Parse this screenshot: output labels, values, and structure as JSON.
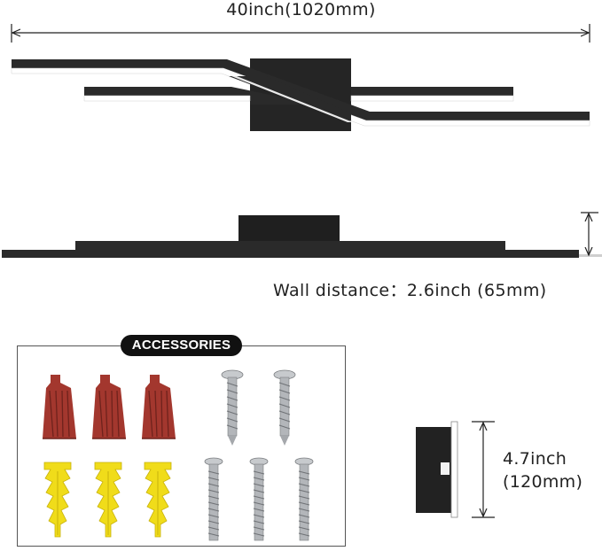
{
  "dimensions": {
    "width": "40inch(1020mm)",
    "wall_distance": "Wall distance：2.6inch (65mm)",
    "height_line1": "4.7inch",
    "height_line2": "(120mm)"
  },
  "accessories": {
    "title": "ACCESSORIES",
    "items": [
      {
        "name": "wire-nut",
        "count": 3,
        "color": "#a3372e"
      },
      {
        "name": "wall-anchor",
        "count": 3,
        "color": "#f0dc1a"
      },
      {
        "name": "short-screw",
        "count": 2,
        "color": "#b9bcc0"
      },
      {
        "name": "long-screw",
        "count": 3,
        "color": "#b9bcc0"
      }
    ]
  },
  "colors": {
    "fixture": "#2a2a2a",
    "led": "#ffffff",
    "dimension_line": "#222222"
  }
}
